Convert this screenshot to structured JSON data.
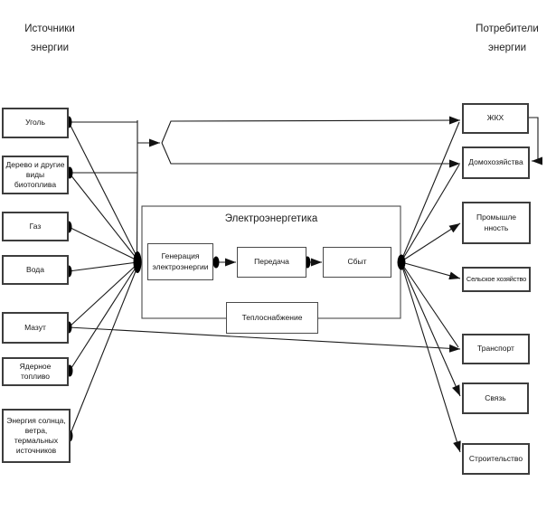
{
  "diagram": {
    "left_header": "Источники\nэнергии",
    "right_header": "Потребители\nэнергии",
    "sources": [
      "Уголь",
      "Дерево и другие\nвиды биотоплива",
      "Газ",
      "Вода",
      "Мазут",
      "Ядерное топливо",
      "Энергия солнца,\nветра, термальных\nисточников"
    ],
    "consumers": [
      "ЖКХ",
      "Домохозяйства",
      "Промышле\nнность",
      "Сельское хозяйство",
      "Транспорт",
      "Связь",
      "Строительство"
    ],
    "center": {
      "title": "Электроэнергетика",
      "stages": [
        "Генерация\nэлектроэнергии",
        "Передача",
        "Сбыт"
      ],
      "heat_supply": "Теплоснабжение"
    },
    "colors": {
      "line": "#1a1a1a",
      "box_border": "#3d3d3d",
      "arrow_fill": "#111111",
      "background": "#ffffff"
    }
  }
}
